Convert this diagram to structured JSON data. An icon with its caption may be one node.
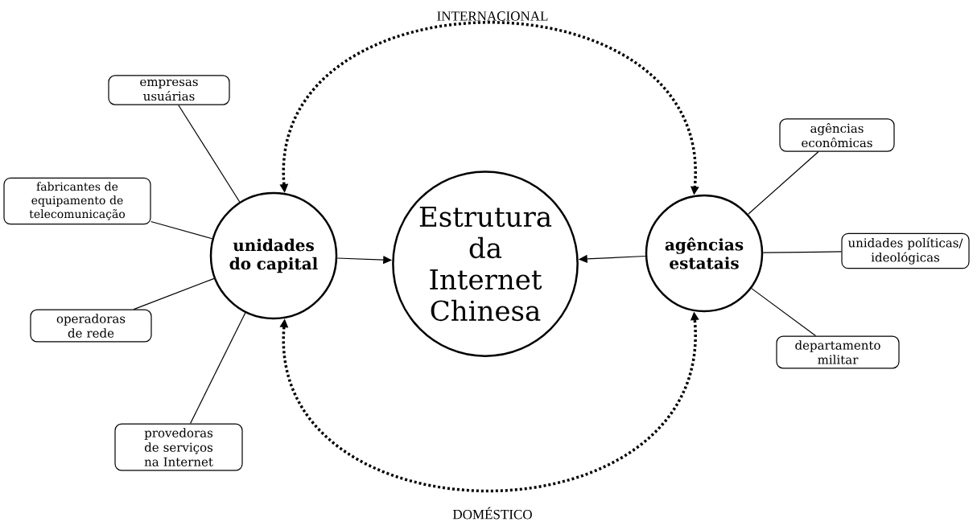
{
  "diagram": {
    "nodes": [
      {
        "text": [
          "Estrutura da Internet Chinesa"
        ]
      },
      {
        "text": [
          "unidades do capital"
        ]
      },
      {
        "text": [
          "agências estatais"
        ]
      },
      {
        "text": [
          "empresas usuárias"
        ]
      },
      {
        "text": [
          "fabricantes de equipamento de telecomunicação"
        ]
      },
      {
        "text": [
          "operadoras de rede"
        ]
      },
      {
        "text": [
          "provedoras de serviços na Internet"
        ]
      },
      {
        "text": [
          "agências econômicas"
        ]
      },
      {
        "text": [
          "unidades políticas/ ideológicas"
        ]
      },
      {
        "text": [
          "departamento militar"
        ]
      }
    ],
    "edges": [
      {
        "from": 1,
        "to": 0,
        "arrow": "to"
      },
      {
        "from": 2,
        "to": 0,
        "arrow": "to"
      },
      {
        "from": 1,
        "to": 2,
        "arrow": "both",
        "style": "dashed"
      },
      {
        "from": 1,
        "to": 2,
        "arrow": "both",
        "style": "dashed"
      },
      {
        "from": 3,
        "to": 1,
        "arrow": "none"
      },
      {
        "from": 4,
        "to": 1,
        "arrow": "none"
      },
      {
        "from": 5,
        "to": 1,
        "arrow": "none"
      },
      {
        "from": 6,
        "to": 1,
        "arrow": "none"
      },
      {
        "from": 7,
        "to": 2,
        "arrow": "none"
      },
      {
        "from": 8,
        "to": 2,
        "arrow": "none"
      },
      {
        "from": 9,
        "to": 2,
        "arrow": "none"
      }
    ],
    "labels": [
      "INTERNACIONAL",
      "DOMÉSTICO"
    ]
  }
}
